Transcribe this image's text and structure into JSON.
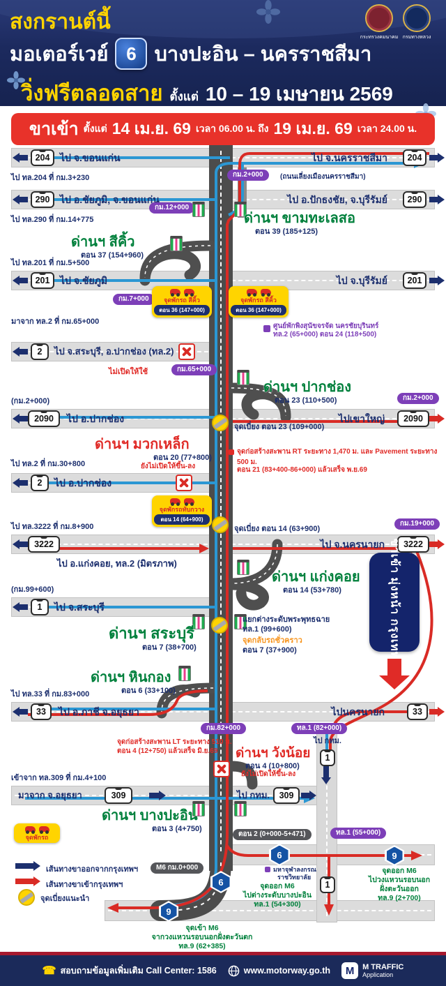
{
  "header": {
    "songkran": "สงกรานต์นี้",
    "motorway": "มอเตอร์เวย์",
    "route_num": "6",
    "corridor": "บางปะอิน – นครราชสีมา",
    "free": "วิ่งฟรีตลอดสาย",
    "since": "ตั้งแต่",
    "dates": "10 – 19 เมษายน 2569",
    "ministry": "กระทรวงคมนาคม",
    "department": "กรมทางหลวง"
  },
  "banner": {
    "direction": "ขาเข้า",
    "since": "ตั้งแต่",
    "from_date": "14 เม.ย. 69",
    "from_time": "เวลา 06.00 น. ถึง",
    "to_date": "19 เม.ย. 69",
    "to_time": "เวลา 24.00 น."
  },
  "rows": {
    "r204": {
      "shield": "204",
      "left": "ไป จ.ขอนแก่น",
      "right": "ไป จ.นครราชสีมา",
      "below": "ไป ทล.204 ที่ กม.3+230",
      "bypass": "(ถนนเลี่ยงเมืองนครราชสีมา)",
      "km": "กม.2+000"
    },
    "r290": {
      "shield": "290",
      "left": "ไป อ.ชัยภูมิ, จ.ขอนแก่น",
      "right": "ไป อ.ปักธงชัย, จ.บุรีรัมย์",
      "below": "ไป ทล.290 ที่ กม.14+775"
    },
    "r201": {
      "shield": "201",
      "left": "ไป จ.ชัยภูมิ",
      "right": "ไป จ.บุรีรัมย์",
      "above": "ไป ทล.201 ที่ กม.5+500"
    },
    "r2a": {
      "shield": "2",
      "left": "ไป จ.สระบุรี, อ.ปากช่อง (ทล.2)",
      "above": "มาจาก ทล.2 ที่ กม.65+000",
      "closed": "ไม่เปิดให้ใช้",
      "km": "กม.65+000"
    },
    "r2090": {
      "shield": "2090",
      "left": "ไป อ.ปากช่อง",
      "right": "ไปเขาใหญ่",
      "above": "(กม.2+000)",
      "km": "กม.2+000"
    },
    "r2b": {
      "shield": "2",
      "left": "ไป อ.ปากช่อง",
      "above": "ไป ทล.2 ที่ กม.30+800"
    },
    "r3222": {
      "shield": "3222",
      "left": "ไป อ.แก่งคอย, ทล.2 (มิตรภาพ)",
      "right": "ไป จ.นครนายก",
      "above": "ไป ทล.3222 ที่ กม.8+900",
      "km": "กม.19+000"
    },
    "r1": {
      "shield": "1",
      "left": "ไป จ.สระบุรี",
      "above": "(กม.99+600)"
    },
    "r33": {
      "shield": "33",
      "left": "ไป อ.ภาชี จ.อยุธยา",
      "right": "ไปนครนายก",
      "above": "ไป ทล.33 ที่ กม.83+000",
      "km": "กม.82+000",
      "km2": "ทล.1 (82+000)"
    },
    "r309": {
      "shield": "309",
      "left": "มาจาก จ.อยุธยา",
      "mid": "ไป กทม.",
      "above": "เข้าจาก ทล.309 ที่ กม.4+100"
    }
  },
  "checkpoints": {
    "kham": {
      "name": "ด่านฯ ขามทะเลสอ",
      "sec": "ตอน 39 (185+125)",
      "km": "กม.12+000"
    },
    "sikhiu": {
      "name": "ด่านฯ สีคิ้ว",
      "sec": "ตอน 37 (154+960)"
    },
    "pakchong": {
      "name": "ด่านฯ ปากช่อง",
      "sec": "ตอน 23 (110+500)"
    },
    "muaklek": {
      "name": "ด่านฯ มวกเหล็ก",
      "sec": "ตอน 20 (77+800)",
      "closed": "ยังไม่เปิดให้ขึ้น-ลง"
    },
    "kaengkhoi": {
      "name": "ด่านฯ แก่งคอย",
      "sec": "ตอน 14 (53+780)"
    },
    "saraburi": {
      "name": "ด่านฯ สระบุรี",
      "sec": "ตอน 7 (38+700)",
      "junction": "แยกต่างระดับพระพุทธฉาย",
      "junction_km": "ทล.1 (99+600)",
      "uturn": "จุดกลับรถชั่วคราว",
      "uturn_sec": "ตอน 7 (37+900)"
    },
    "hinkong": {
      "name": "ด่านฯ หินกอง",
      "sec": "ตอน 6 (33+100)"
    },
    "wangnoi": {
      "name": "ด่านฯ วังน้อย",
      "sec": "ตอน 4 (10+800)",
      "closed": "ยังไม่เปิดให้ขึ้น-ลง"
    },
    "bangpain": {
      "name": "ด่านฯ บางปะอิน",
      "sec": "ตอน 3 (4+750)"
    }
  },
  "rest_stops": {
    "sikhiu": {
      "name": "จุดพักรถ สีคิ้ว",
      "sec": "ตอน 36 (147+000)"
    },
    "thapkwang": {
      "name": "จุดพักรถทับกวาง",
      "sec": "ตอน 14 (64+900)"
    },
    "km7": "กม.7+000"
  },
  "diversions": {
    "d23": "จุดเบี่ยง ตอน 23 (109+000)",
    "d14": "จุดเบี่ยง ตอน 14 (63+900)"
  },
  "notes": {
    "dog1": "ศูนย์พักพิงสุนัขจรจัด นครชัยบุรินทร์",
    "dog2": "ทล.2 (65+000) ตอน 24 (118+500)",
    "rt1": "จุดก่อสร้างสะพาน RT ระยะทาง 1,470 ม. และ Pavement ระยะทาง 500 ม.",
    "rt2": "ตอน 21 (83+400-86+000) แล้วเสร็จ พ.ย.69",
    "lt1": "จุดก่อสร้างสะพาน LT ระยะทาง 510 ม.",
    "lt2": "ตอน 4 (12+750) แล้วเสร็จ มิ.ย.69",
    "uni1": "มหาจุฬาลงกรณ",
    "uni2": "ราชวิทยาลัย",
    "sec2": "ตอน 2 (0+000-5+471)",
    "t55": "ทล.1 (55+000)",
    "m6km": "M6 กม.0+000",
    "to_bkk": "ไป กทม."
  },
  "shields_bottom": {
    "m6": "6",
    "r9": "9",
    "r1": "1"
  },
  "exits": {
    "east": [
      "จุดออก M6",
      "ไปวงแหวนรอบนอก",
      "ฝั่งตะวันออก",
      "ทล.9 (2+700)"
    ],
    "bp": [
      "จุดออก M6",
      "ไปต่างระดับบางปะอิน",
      "ทล.1 (54+300)"
    ],
    "west": [
      "จุดเข้า M6",
      "จากวงแหวนรอบนอกฝั่งตะวันตก",
      "ทล.9 (62+385)"
    ]
  },
  "inbound_badge": "ขาเข้า มุ่งหน้า กรุงเทพฯ",
  "legend": {
    "rest": "จุดพักรถ",
    "out": "เส้นทางขาออกจากกรุงเทพฯ",
    "inb": "เส้นทางขาเข้ากรุงเทพฯ",
    "divert": "จุดเบี่ยงแนะนำ"
  },
  "footer": {
    "call": "สอบถามข้อมูลเพิ่มเติม Call Center: 1586",
    "web": "www.motorway.go.th",
    "app1": "M TRAFFIC",
    "app2": "Application"
  },
  "colors": {
    "red": "#e8322a",
    "navy": "#1c2f6e",
    "yellow": "#ffd400",
    "green": "#00803c",
    "purple": "#7d3fb8",
    "blue_line": "#2b97d3"
  }
}
